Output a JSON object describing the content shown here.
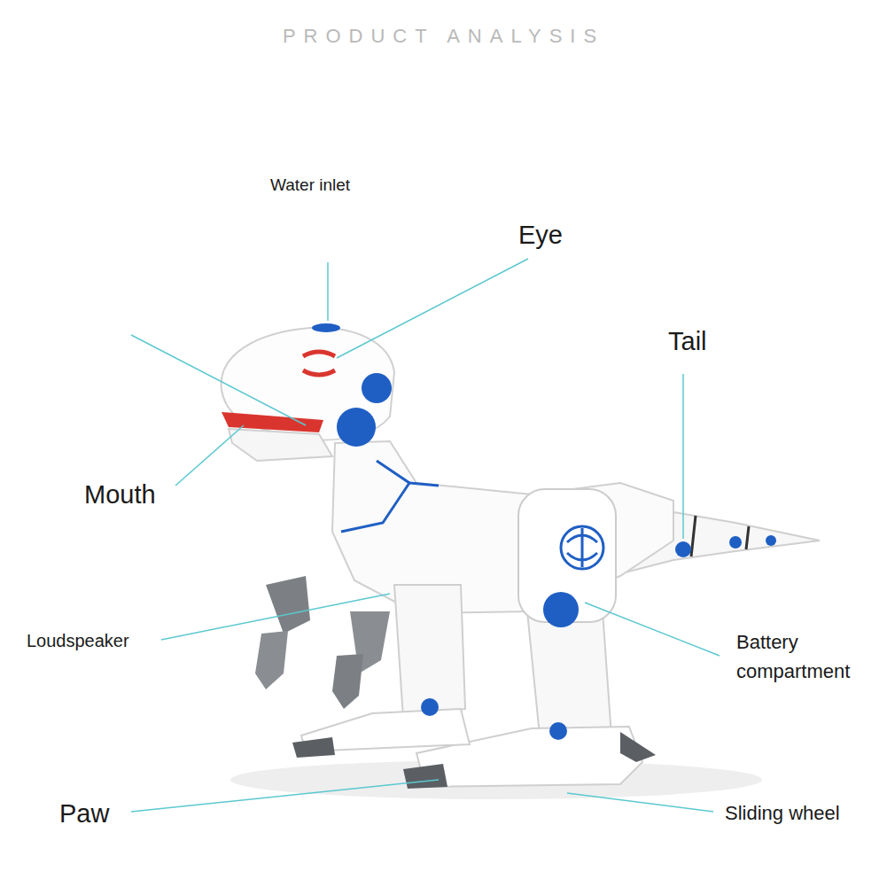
{
  "diagram": {
    "title": "PRODUCT ANALYSIS",
    "labels": [
      "Water inlet",
      "Eye",
      "Tail",
      "Mouth",
      "Loudspeaker",
      "Battery compartment",
      "Paw",
      "Sliding wheel"
    ]
  }
}
